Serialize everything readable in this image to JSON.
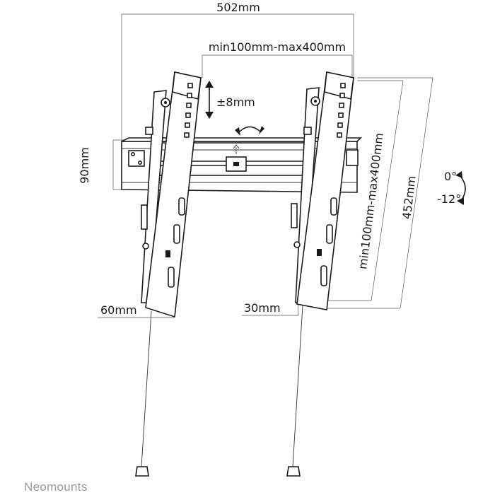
{
  "dimensions": {
    "overall_width": "502mm",
    "vesa_horizontal": "min100mm-max400mm",
    "vertical_adjust": "±8mm",
    "wall_plate_height": "90mm",
    "vesa_vertical": "min100mm-max400mm",
    "overall_height": "452mm",
    "depth_max": "60mm",
    "depth_min": "30mm"
  },
  "tilt": {
    "angle_top": "0°",
    "angle_bottom": "-12°"
  },
  "brand": "Neomounts",
  "icons": [
    "rotate-arrow-icon",
    "tilt-arrow-icon",
    "up-down-arrow-icon"
  ]
}
